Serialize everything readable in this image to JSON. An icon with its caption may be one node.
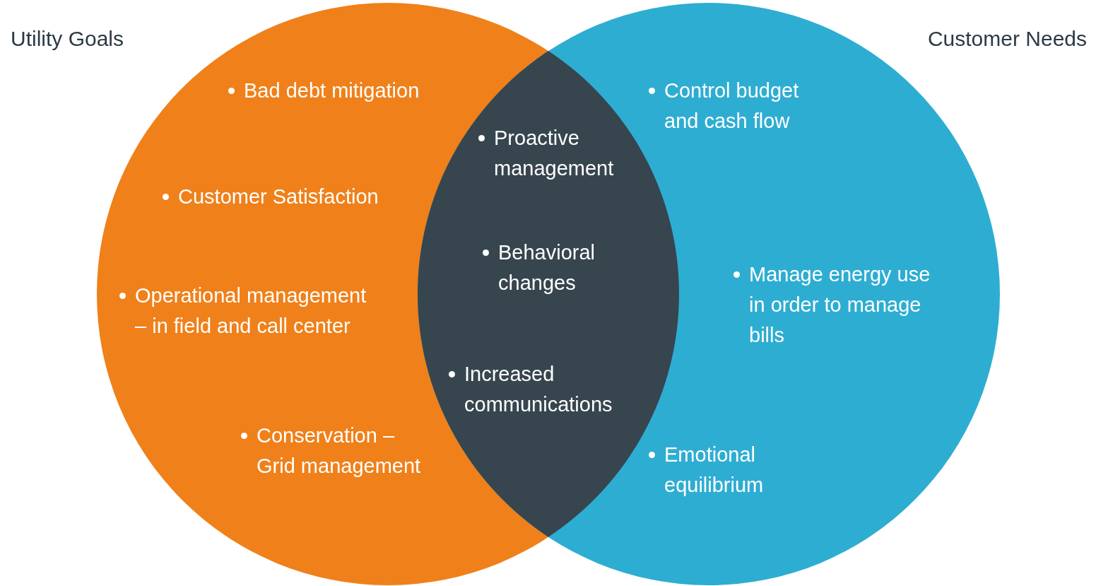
{
  "diagram": {
    "nodes": [
      {
        "text": [
          "Utility Goals",
          "Bad debt mitigation",
          "Customer Satisfaction",
          "Operational management – in field and call center",
          "Conservation –Grid management"
        ]
      },
      {
        "text": [
          "Customer Needs",
          "Control budget and cash flow",
          "Manage energy use in order to manage bills",
          "Emotional equilibrium"
        ]
      },
      {
        "text": [
          "Proactive management",
          "Behavioral changes",
          "Increased communications"
        ]
      }
    ]
  }
}
